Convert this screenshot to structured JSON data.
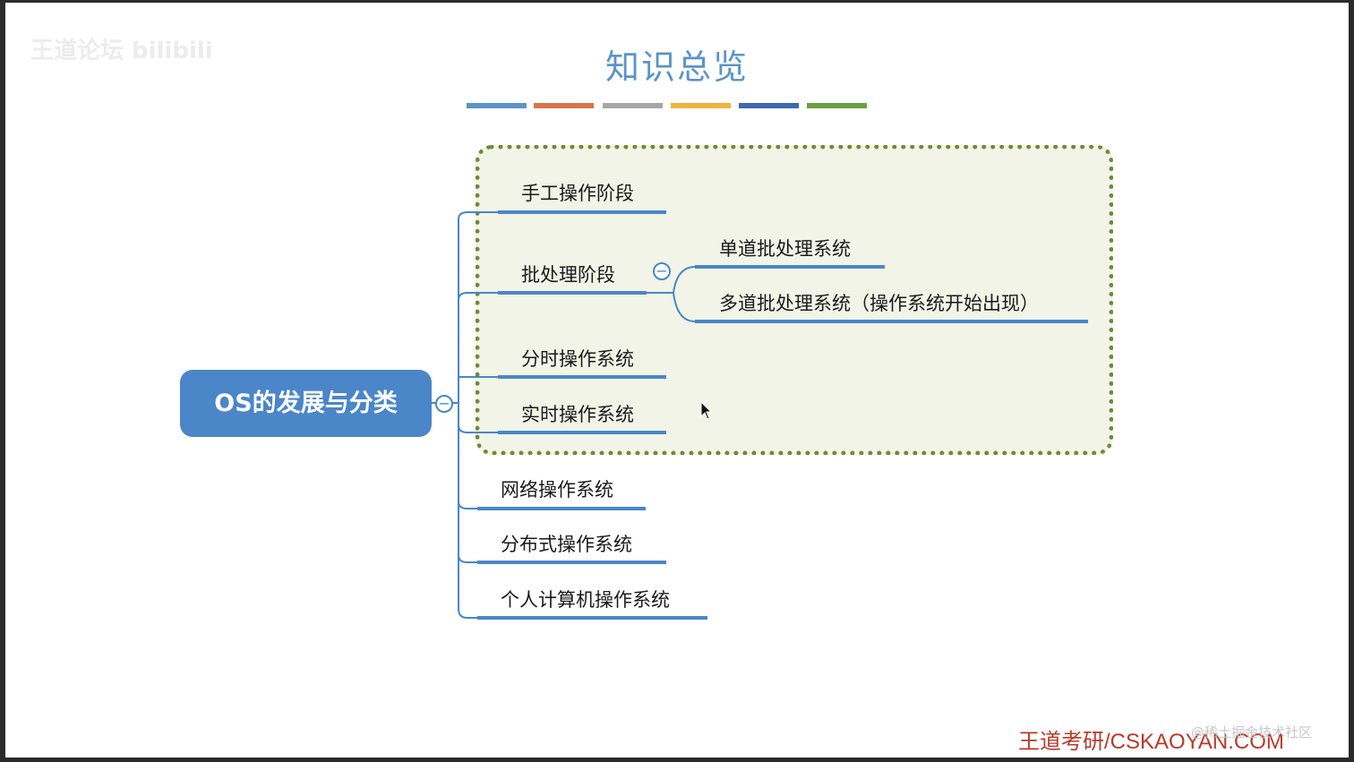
{
  "title": "知识总览",
  "color_bars": [
    "#5a95c8",
    "#d9744a",
    "#a6a6a6",
    "#efb33c",
    "#3f69ae",
    "#6c9f44"
  ],
  "watermark_tl": "王道论坛 bilibili",
  "watermark_br": "@稀土掘金技术社区",
  "footer": "王道考研/CSKAOYAN.COM",
  "root": {
    "label": "OS的发展与分类"
  },
  "children": [
    {
      "label": "手工操作阶段"
    },
    {
      "label": "批处理阶段",
      "children": [
        {
          "label": "单道批处理系统"
        },
        {
          "label": "多道批处理系统（操作系统开始出现）"
        }
      ]
    },
    {
      "label": "分时操作系统"
    },
    {
      "label": "实时操作系统"
    },
    {
      "label": "网络操作系统"
    },
    {
      "label": "分布式操作系统"
    },
    {
      "label": "个人计算机操作系统"
    }
  ],
  "colors": {
    "line": "#4a86c8",
    "dashed_border": "#6f8a35",
    "dashed_fill": "#f1f4e7",
    "title": "#5a95c8",
    "footer": "#b83a2a"
  }
}
